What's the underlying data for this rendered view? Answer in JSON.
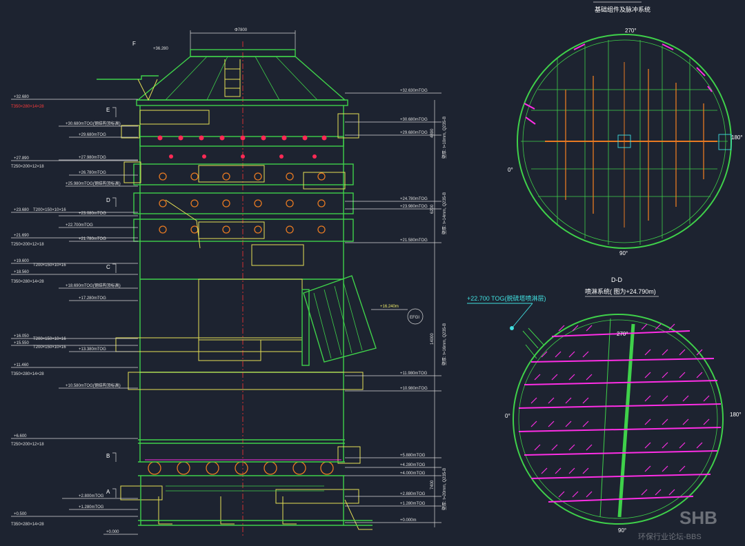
{
  "top_view": {
    "title": "基础组件及脉冲系统",
    "angle_top": "270°",
    "angle_bottom": "90°",
    "angle_left": "0°",
    "angle_right": "180°"
  },
  "dd_view": {
    "section_label": "D-D",
    "title": "喷淋系统( 图为+24.790m)",
    "note": "+22.700 TOG(脱硫塔喷淋层)",
    "angle_top": "270°",
    "angle_bottom": "90°",
    "angle_left": "0°",
    "angle_right": "180°"
  },
  "elevation": {
    "dia_label": "Φ7800",
    "top_small": "+36.280",
    "marker_F": "F",
    "marker_E": "E",
    "marker_D": "D",
    "marker_C": "C",
    "marker_B": "B",
    "marker_A": "A",
    "balloon": "EFGI",
    "right_note": "+16.240m",
    "right_levels": [
      "+32.630mTOG",
      "+30.680mTOG",
      "+29.680mTOG",
      "+24.780mTOG",
      "+23.980mTOG",
      "+21.580mTOG",
      "+11.980mTOG",
      "+10.980mTOG",
      "+5.880mTOG",
      "+4.280mTOG",
      "+4.000mTOG",
      "+2.880mTOG",
      "+1.280mTOG",
      "+0.000m"
    ],
    "dim_labels": [
      "4890",
      "6200",
      "14000",
      "7400"
    ],
    "wall_labels": [
      "壁厚: t=10mm, Q235-B",
      "壁厚: t=14mm, Q235-B",
      "壁厚: t=16mm, Q235-B",
      "壁厚: t=20mm, Q235-B"
    ],
    "left_levels": [
      "+32.680",
      "+27.890",
      "+23.680",
      "+21.690",
      "+19.600",
      "+18.560",
      "+16.050",
      "+15.550",
      "+11.460",
      "+6.600",
      "+0.500",
      "+0.000"
    ],
    "left_beam_labels": [
      "T350×280×14×28",
      "T250×200×12×18",
      "T200×150×10×16",
      "T250×200×12×18",
      "T200×150×10×16",
      "T350×280×14×28",
      "T200×150×10×16",
      "T200×150×10×16",
      "T350×280×14×28",
      "T250×200×12×18",
      "T350×280×14×28"
    ],
    "inner_levels": [
      "+30.680mTOG(钢结构顶标高)",
      "+29.680mTOG",
      "+27.980mTOG",
      "+26.780mTOG",
      "+25.980mTOG(钢结构顶标高)",
      "+23.080mTOG",
      "+22.700mTOG",
      "+21.780mTOG",
      "+18.690mTOG(钢结构顶标高)",
      "+17.280mTOG",
      "+13.380mTOG",
      "+10.580mTOG(钢结构顶标高)",
      "+2.800mTOG",
      "+1.280mTOG"
    ]
  },
  "watermark": {
    "main": "SHB",
    "sub": "环保行业论坛-BBS"
  }
}
